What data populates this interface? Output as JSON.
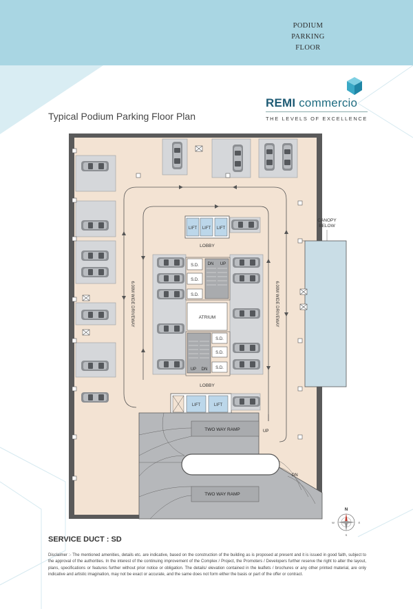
{
  "header": {
    "line1": "PODIUM",
    "line2": "PARKING",
    "line3": "FLOOR"
  },
  "brand": {
    "name_bold": "REMI",
    "name_light": " commercio",
    "tagline": "THE LEVELS OF EXCELLENCE"
  },
  "plan": {
    "title": "Typical Podium Parking Floor Plan",
    "labels": {
      "canopy_line1": "CANOPY",
      "canopy_line2": "BELOW",
      "lobby_top": "LOBBY",
      "lobby_bottom": "LOBBY",
      "atrium": "ATRIUM",
      "lift": "LIFT",
      "sd": "S.D.",
      "up": "UP",
      "dn": "DN",
      "driveway_left": "6.00M WIDE DRIVEWAY",
      "driveway_right": "6.00M WIDE DRIVEWAY",
      "ramp_top": "TWO WAY RAMP",
      "ramp_bottom": "TWO WAY RAMP"
    },
    "colors": {
      "floor": "#f3e3d3",
      "bay": "#d5d7da",
      "line": "#555555",
      "lift": "#bcd7ea",
      "canopy": "#c9dde6",
      "ramp": "#b6b8bb"
    }
  },
  "compass": {
    "n": "N",
    "s": "S",
    "e": "E",
    "w": "W"
  },
  "legend": {
    "service_duct": "SERVICE DUCT : SD"
  },
  "disclaimer": "Disclaimer :- The mentioned amenities, details etc. are indicative, based on the construction of the building as is proposed at present and it is issued in good faith, subject to the approval of the authorities. In the interest of the continuing improvement of the Complex / Project, the Promoters / Developers further reserve the right to alter the layout, plans, specifications or features further without prior notice or obligation. The details/ elevation contained in the leaflets / brochures or any other printed material, are only indicative and artistic imagination, may not be exact or accurate, and the same does not form either the basis or part of the offer or contract."
}
